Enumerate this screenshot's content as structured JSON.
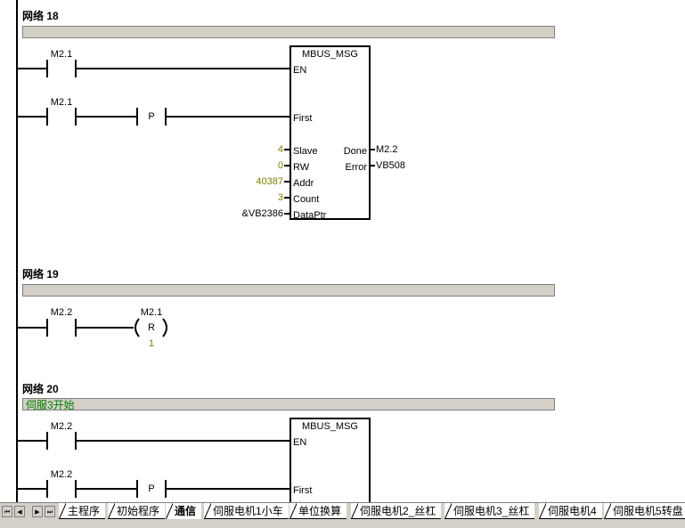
{
  "networks": [
    {
      "title": "网络 18",
      "comment": ""
    },
    {
      "title": "网络 19",
      "comment": ""
    },
    {
      "title": "网络 20",
      "comment": "伺服3开始"
    }
  ],
  "net18": {
    "contact1": "M2.1",
    "contact2": "M2.1",
    "p_label": "P",
    "block": {
      "name": "MBUS_MSG",
      "pins_left": [
        "EN",
        "First",
        "Slave",
        "RW",
        "Addr",
        "Count",
        "DataPtr"
      ],
      "pins_right": [
        "Done",
        "Error"
      ],
      "values_left": {
        "slave": "4",
        "rw": "0",
        "addr": "40387",
        "count": "3",
        "dataptr": "&VB2386"
      },
      "values_right": {
        "done": "M2.2",
        "error": "VB508"
      }
    }
  },
  "net19": {
    "contact": "M2.2",
    "coil_addr": "M2.1",
    "coil_type": "R",
    "coil_count": "1"
  },
  "net20": {
    "contact1": "M2.2",
    "contact2": "M2.2",
    "p_label": "P",
    "block": {
      "name": "MBUS_MSG",
      "pin_en": "EN",
      "pin_first": "First"
    }
  },
  "tabs": [
    "主程序",
    "初始程序",
    "通信",
    "伺服电机1小车",
    "单位换算",
    "伺服电机2_丝杠",
    "伺服电机3_丝杠",
    "伺服电机4",
    "伺服电机5转盘"
  ],
  "active_tab": "通信",
  "nav": [
    "⏮",
    "◀",
    "▶",
    "⏭"
  ],
  "colors": {
    "value": "#808000",
    "comment": "#008000",
    "bar": "#d4d0c8"
  }
}
